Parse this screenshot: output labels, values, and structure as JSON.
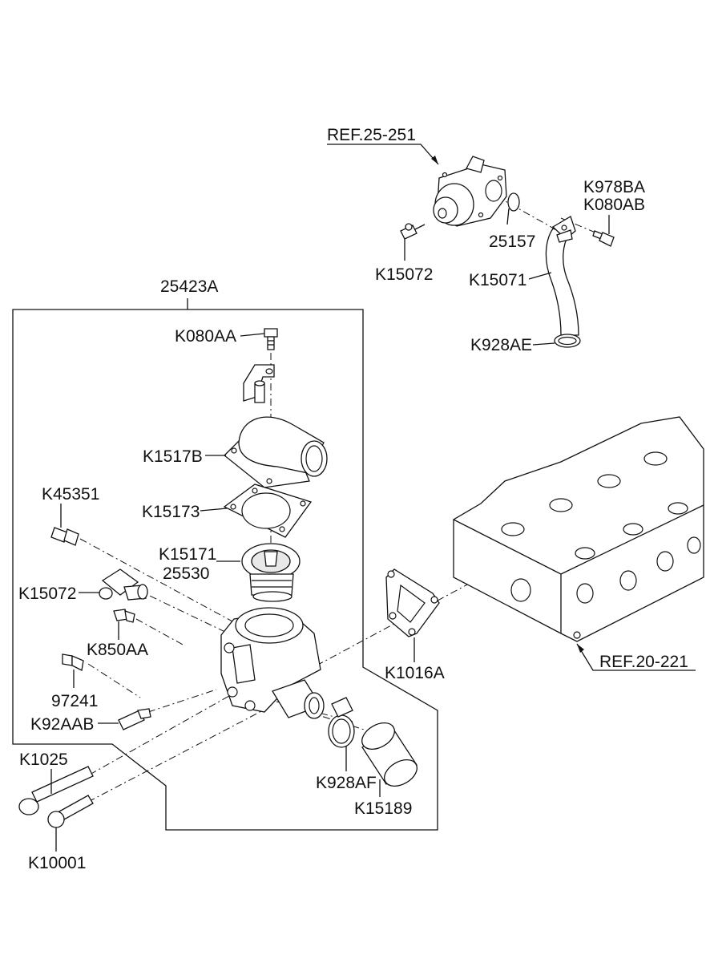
{
  "diagram": {
    "labels": {
      "ref_25_251": "REF.25-251",
      "k978ba": "K978BA",
      "k080ab": "K080AB",
      "p25157": "25157",
      "k15072_top": "K15072",
      "k15071": "K15071",
      "k928ae": "K928AE",
      "p25423a": "25423A",
      "k080aa": "K080AA",
      "k1517b": "K1517B",
      "k15173": "K15173",
      "k45351": "K45351",
      "k15171": "K15171",
      "p25530": "25530",
      "k15072": "K15072",
      "k850aa": "K850AA",
      "p97241": "97241",
      "k92aab": "K92AAB",
      "k1025": "K1025",
      "k10001": "K10001",
      "k928af": "K928AF",
      "k15189": "K15189",
      "k1016a": "K1016A",
      "ref_20_221": "REF.20-221"
    }
  }
}
